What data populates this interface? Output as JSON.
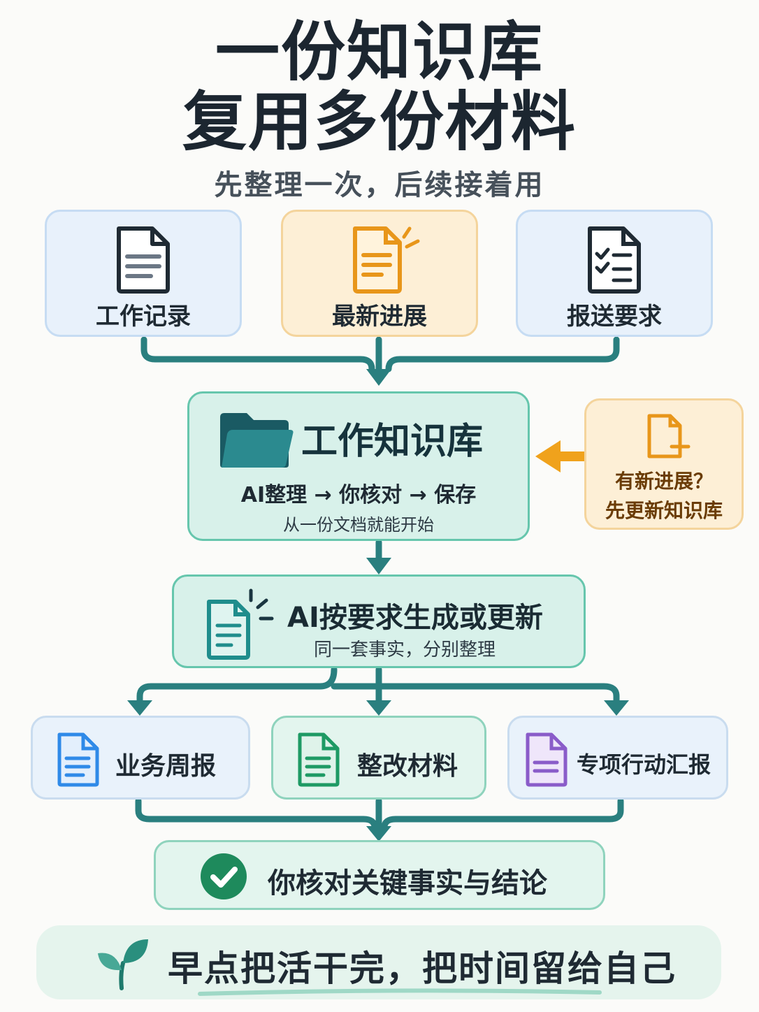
{
  "title": {
    "line1": "一份知识库",
    "line2": "复用多份材料"
  },
  "subtitle": "先整理一次，后续接着用",
  "inputs": [
    {
      "label": "工作记录",
      "icon": "document-icon"
    },
    {
      "label": "最新进展",
      "icon": "document-spark-icon"
    },
    {
      "label": "报送要求",
      "icon": "checklist-icon"
    }
  ],
  "knowledge_base": {
    "title": "工作知识库",
    "flow": "AI整理 → 你核对 → 保存",
    "note": "从一份文档就能开始",
    "icon": "folder-icon"
  },
  "side_note": {
    "line1": "有新进展？",
    "line2": "先更新知识库",
    "icon": "file-plus-icon"
  },
  "generate": {
    "title": "AI按要求生成或更新",
    "subtitle": "同一套事实，分别整理",
    "icon": "document-spark-icon"
  },
  "outputs": [
    {
      "label": "业务周报",
      "color": "#2f8ae8"
    },
    {
      "label": "整改材料",
      "color": "#1e9a64"
    },
    {
      "label": "专项行动汇报",
      "color": "#8a5cc9"
    }
  ],
  "verify": {
    "label": "你核对关键事实与结论",
    "icon": "check-circle-icon"
  },
  "final": {
    "label": "早点把活干完，把时间留给自己",
    "icon": "sprout-icon"
  },
  "colors": {
    "teal": "#2a7f7f",
    "amber": "#f0a21c",
    "dark": "#1c2630"
  }
}
